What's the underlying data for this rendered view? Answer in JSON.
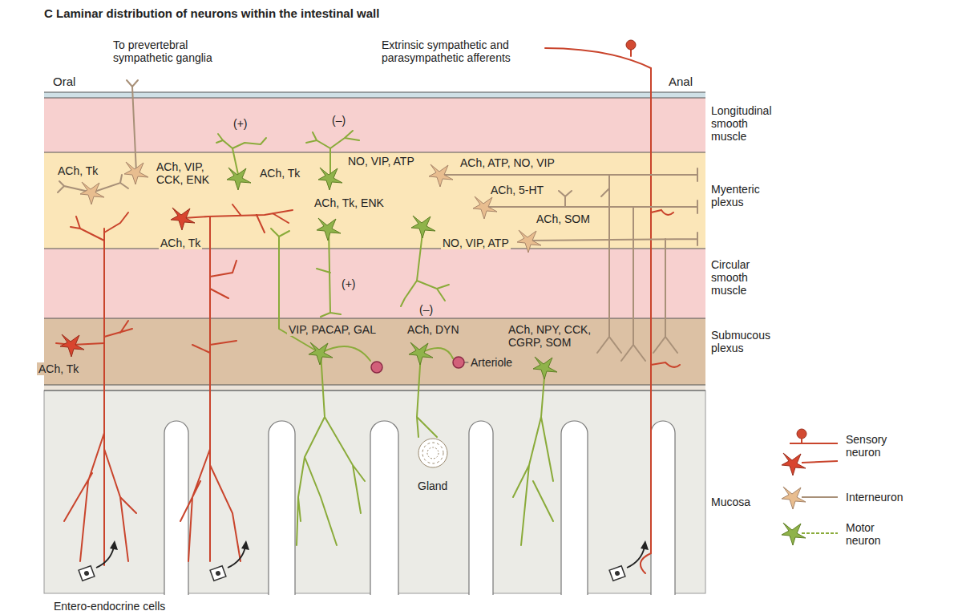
{
  "diagram": {
    "title": "C Laminar distribution of neurons within the intestinal wall",
    "nodes": [
      {
        "text": [
          "Longitudinal smooth muscle"
        ]
      },
      {
        "text": [
          "Myenteric plexus"
        ]
      },
      {
        "text": [
          "ACh, Tk"
        ],
        "in": 1
      },
      {
        "text": [
          "ACh, VIP, CCK, ENK"
        ],
        "in": 1
      },
      {
        "text": [
          "ACh, Tk"
        ],
        "in": 1
      },
      {
        "text": [
          "NO, VIP, ATP"
        ],
        "in": 1
      },
      {
        "text": [
          "ACh, ATP, NO, VIP"
        ],
        "in": 1
      },
      {
        "text": [
          "ACh, Tk"
        ],
        "in": 1
      },
      {
        "text": [
          "ACh, Tk, ENK"
        ],
        "in": 1
      },
      {
        "text": [
          "ACh, 5-HT"
        ],
        "in": 1
      },
      {
        "text": [
          "ACh, SOM"
        ],
        "in": 1
      },
      {
        "text": [
          "NO, VIP, ATP"
        ],
        "in": 1
      },
      {
        "text": [
          "Circular smooth muscle"
        ]
      },
      {
        "text": [
          "Submucous plexus"
        ]
      },
      {
        "text": [
          "ACh, Tk"
        ],
        "in": 13
      },
      {
        "text": [
          "VIP, PACAP, GAL"
        ],
        "in": 13
      },
      {
        "text": [
          "ACh, DYN"
        ],
        "in": 13
      },
      {
        "text": [
          "ACh, NPY, CCK, CGRP, SOM"
        ],
        "in": 13
      },
      {
        "text": [
          "Mucosa"
        ]
      }
    ],
    "labels": [
      "Oral",
      "Anal",
      "To prevertebral sympathetic ganglia",
      "Extrinsic sympathetic and parasympathetic afferents",
      "(+)",
      "(–)",
      "(+)",
      "(–)",
      "Arteriole",
      "Gland",
      "Entero-endocrine cells"
    ],
    "legend": [
      {
        "text": "Sensory neuron"
      },
      {
        "text": "Interneuron"
      },
      {
        "text": "Motor neuron"
      }
    ]
  }
}
